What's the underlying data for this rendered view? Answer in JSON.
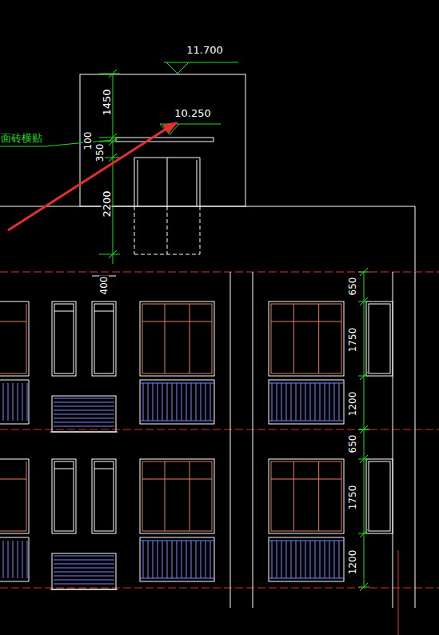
{
  "diagram": {
    "labels": [
      "11.700",
      "10.250",
      "面砖横贴",
      "1450",
      "100",
      "350",
      "2200",
      "400",
      "650",
      "1750",
      "1200",
      "650",
      "1750",
      "1200"
    ]
  }
}
